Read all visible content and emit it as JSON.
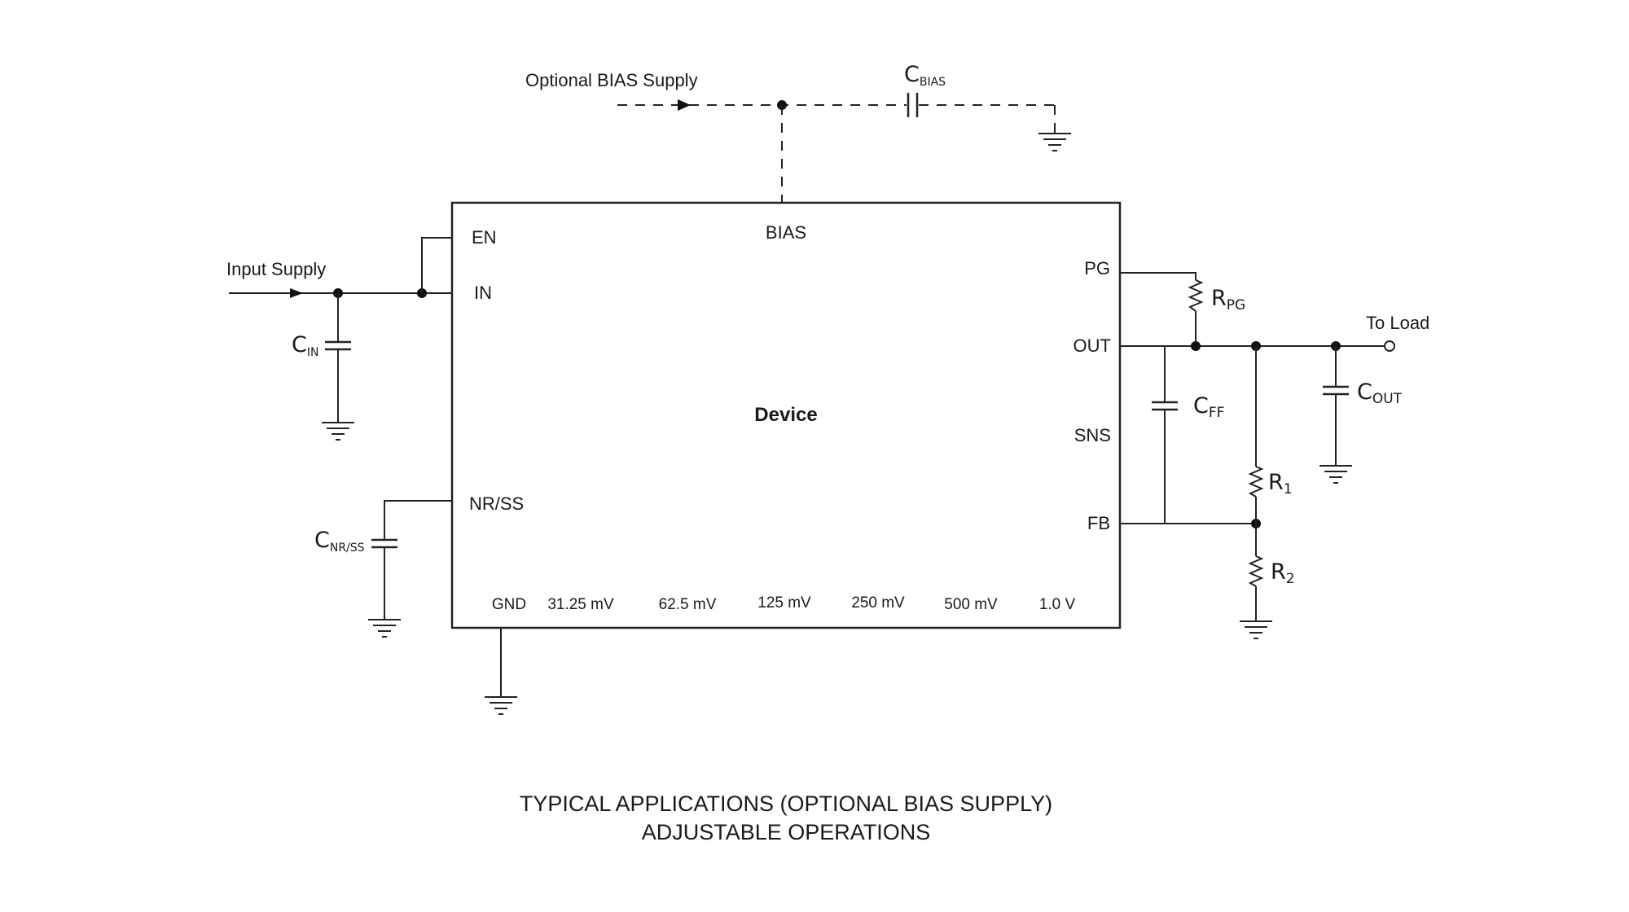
{
  "diagram": {
    "component_name": "Device",
    "pins": {
      "bias": "BIAS",
      "en": "EN",
      "in": "IN",
      "nr_ss": "NR/SS",
      "gnd": "GND",
      "pg": "PG",
      "out": "OUT",
      "sns": "SNS",
      "fb": "FB"
    },
    "bottom_pins": [
      "31.25 mV",
      "62.5 mV",
      "125 mV",
      "250 mV",
      "500 mV",
      "1.0 V"
    ],
    "labels": {
      "optional_bias_supply": "Optional BIAS Supply",
      "input_supply": "Input Supply",
      "to_load": "To Load"
    },
    "components": {
      "c_bias": {
        "main": "C",
        "sub": "BIAS"
      },
      "c_in": {
        "main": "C",
        "sub": "IN"
      },
      "c_nrss": {
        "main": "C",
        "sub": "NR/SS"
      },
      "r_pg": {
        "main": "R",
        "sub": "PG"
      },
      "c_ff": {
        "main": "C",
        "sub": "FF"
      },
      "c_out": {
        "main": "C",
        "sub": "OUT"
      },
      "r1": {
        "main": "R",
        "sub": "1"
      },
      "r2": {
        "main": "R",
        "sub": "2"
      }
    },
    "caption": {
      "line1": "TYPICAL APPLICATIONS (OPTIONAL BIAS SUPPLY)",
      "line2": "ADJUSTABLE OPERATIONS"
    }
  }
}
